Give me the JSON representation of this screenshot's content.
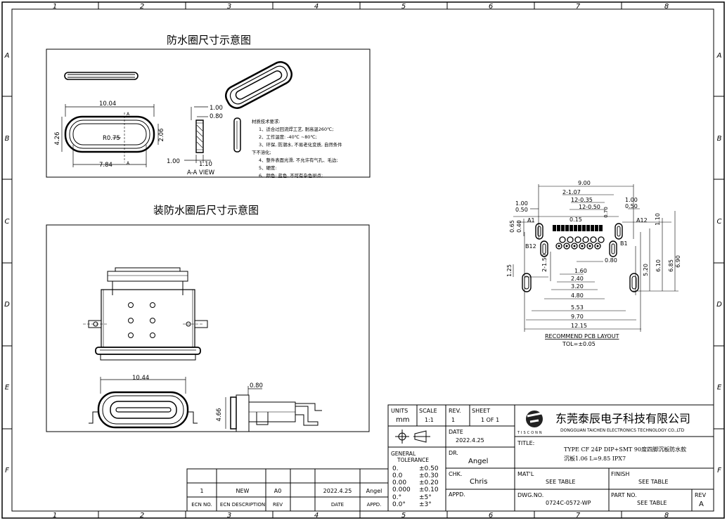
{
  "frame": {
    "columns": [
      "1",
      "2",
      "3",
      "4",
      "5",
      "6",
      "7",
      "8"
    ],
    "rows": [
      "A",
      "B",
      "C",
      "D",
      "E",
      "F"
    ]
  },
  "view1": {
    "title": "防水圈尺寸示意图",
    "dims": {
      "length": "10.04",
      "height": "4.26",
      "radius": "R0.75",
      "inner_length": "7.84",
      "inner_height": "2.06",
      "a_mark": "A",
      "t1": "1.00",
      "t2": "0.80",
      "w1": "1.00",
      "w2": "1.10"
    },
    "section_label": "A-A VIEW",
    "notes_title": "材质技术要求:",
    "notes": [
      "1、适合过回流焊工艺, 耐高温260℃;",
      "2、工作温度: -40℃ ~80℃;",
      "3、环保, 防潮水, 不易老化变质, 自然条件",
      "下不溶化;",
      "4、整件表面光滑, 不允许有气孔、毛边;",
      "5、硬度:",
      "6、颜色: 蓝色, 不可有杂色斑点;"
    ]
  },
  "view2": {
    "title": "装防水圈后尺寸示意图",
    "dims": {
      "width": "10.44",
      "height": "4.66",
      "offset": "0.80"
    }
  },
  "pcb": {
    "dims": {
      "d900": "9.00",
      "d2_107": "2-1.07",
      "d12_035": "12-0.35",
      "d12_050": "12-0.50",
      "d015": "0.15",
      "d100l": "1.00",
      "d050l": "0.50",
      "d100r": "1.00",
      "d050r": "0.50",
      "d065": "0.65",
      "d040": "0.40",
      "d070": "0.70",
      "d110": "1.10",
      "d2_150": "2-1.50",
      "d125": "1.25",
      "d080": "0.80",
      "d160": "1.60",
      "d240": "2.40",
      "d320": "3.20",
      "d480": "4.80",
      "d553": "5.53",
      "d970": "9.70",
      "d1215": "12.15",
      "d520": "5.20",
      "d610": "6.10",
      "d685": "6.85",
      "d690": "6.90"
    },
    "pins": {
      "a1": "A1",
      "a12": "A12",
      "b12": "B12",
      "b1": "B1"
    },
    "layout_title": "RECOMMEND PCB LAYOUT",
    "tolerance": "TOL=±0.05"
  },
  "title_block": {
    "units_label": "UNITS",
    "units_value": "mm",
    "scale_label": "SCALE",
    "scale_value": "1:1",
    "rev_label": "REV.",
    "rev_value": "1",
    "sheet_label": "SHEET",
    "sheet_value": "1 OF 1",
    "date_label": "DATE",
    "date_value": "2022.4.25",
    "general_tol": "GENERAL\nTOLERANCE",
    "tol_rows": [
      [
        "0.",
        "±0.50"
      ],
      [
        "0.0",
        "±0.30"
      ],
      [
        "0.00",
        "±0.20"
      ],
      [
        "0.000",
        "±0.10"
      ],
      [
        "0.°",
        "±5°"
      ],
      [
        "0.0°",
        "±3°"
      ]
    ],
    "dr_label": "DR.",
    "dr_value": "Angel",
    "chk_label": "CHK.",
    "chk_value": "Chris",
    "appd_label": "APPD.",
    "company_cn": "东莞泰辰电子科技有限公司",
    "company_en": "DONGGUAN TAICHEN ELECTRONICS TECHNOLOGY CO.,LTD",
    "logo_text": "TISCONN",
    "title_label": "TITLE:",
    "title_line1": "TYPE CF 24P DIP+SMT 90度四脚沉板防水款",
    "title_line2": "沉板1.06 L=9.85 IPX7",
    "matl_label": "MAT'L",
    "matl_value": "SEE TABLE",
    "finish_label": "FINISH",
    "finish_value": "SEE TABLE",
    "dwg_label": "DWG.NO.",
    "dwg_value": "0724C-0572-WP",
    "partno_label": "PART NO.",
    "partno_value": "SEE TABLE",
    "rev2_label": "REV",
    "rev2_value": "A"
  },
  "revision_table": {
    "row": [
      "1",
      "NEW",
      "A0",
      "2022.4.25",
      "Angel"
    ],
    "headers": [
      "ECN NO.",
      "ECN DESCRIPTION",
      "REV",
      "DATE",
      "APPD."
    ]
  }
}
